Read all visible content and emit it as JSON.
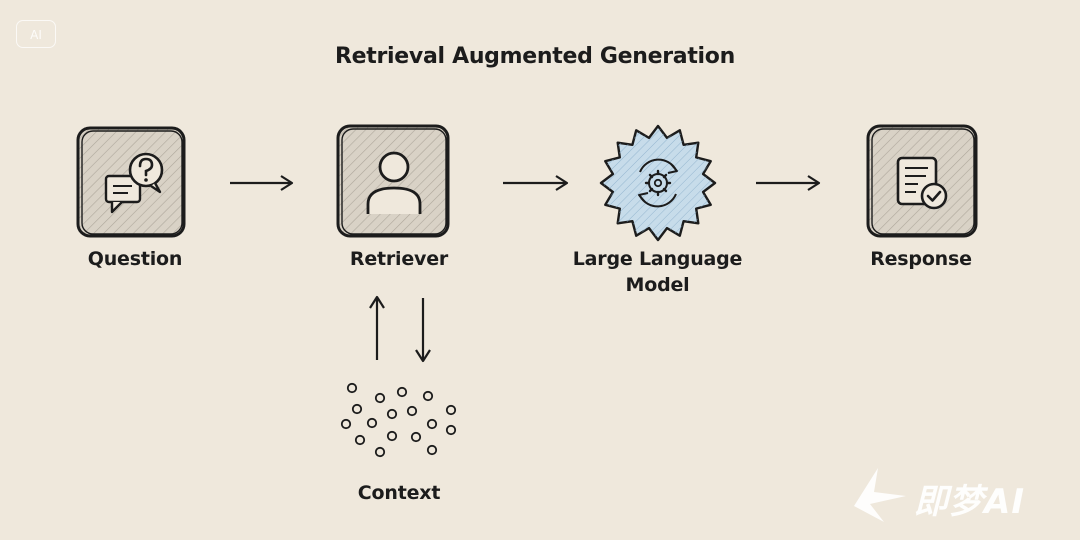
{
  "badge": {
    "text": "AI"
  },
  "title": "Retrieval Augmented Generation",
  "nodes": {
    "question": {
      "label": "Question",
      "icon": "question-chat-icon"
    },
    "retriever": {
      "label": "Retriever",
      "icon": "person-icon"
    },
    "llm": {
      "label_line1": "Large Language",
      "label_line2": "Model",
      "icon": "gear-sync-icon"
    },
    "response": {
      "label": "Response",
      "icon": "document-check-icon"
    },
    "context": {
      "label": "Context",
      "icon": "dots-cluster-icon"
    }
  },
  "watermark": {
    "text": "即梦AI"
  },
  "colors": {
    "background": "#efe8dc",
    "ink": "#1c1c1c",
    "llm_fill": "#c7dcea"
  }
}
